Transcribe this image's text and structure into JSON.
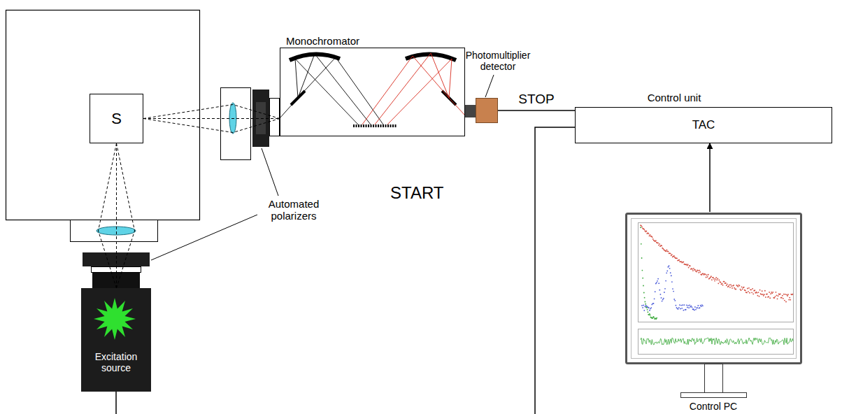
{
  "diagram": {
    "nodes": [
      {
        "text": [
          "S"
        ]
      },
      {
        "text": [
          "Monochromator"
        ]
      },
      {
        "text": [
          "Photomultiplier detector"
        ]
      },
      {
        "text": [
          "Control unit",
          "TAC"
        ]
      },
      {
        "text": [
          "Excitation source"
        ]
      },
      {
        "text": [
          "Control PC"
        ]
      }
    ],
    "edges": [
      {
        "from": 0,
        "to": 1,
        "arrow": "none"
      },
      {
        "from": 4,
        "to": 0,
        "arrow": "none"
      },
      {
        "from": 2,
        "to": 3,
        "label": "STOP",
        "arrow": "none"
      },
      {
        "from": 4,
        "to": 3,
        "label": "START",
        "arrow": "none"
      },
      {
        "from": 5,
        "to": 3,
        "arrow": "to"
      }
    ],
    "labels": [
      "Automated polarizers"
    ]
  }
}
